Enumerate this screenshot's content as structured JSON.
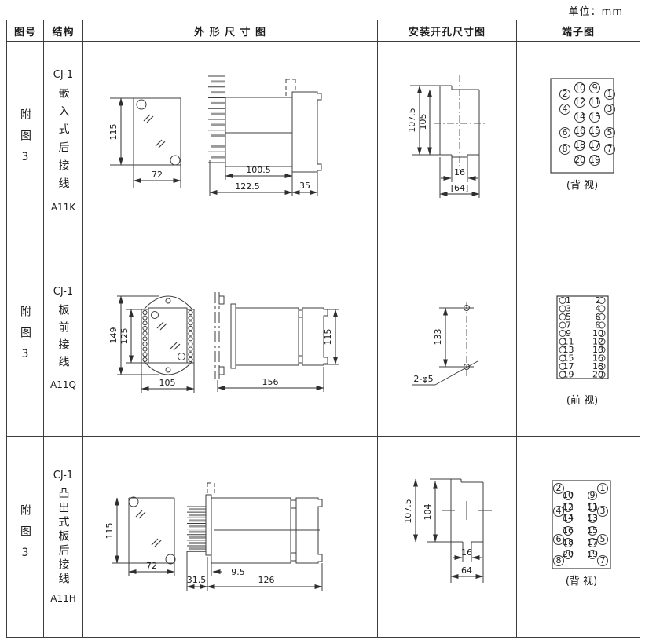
{
  "unit_label": "单位：mm",
  "headers": {
    "fig_no": "图号",
    "structure": "结构",
    "outline": "外 形 尺 寸 图",
    "mounting": "安装开孔尺寸图",
    "terminal": "端子图"
  },
  "rows": [
    {
      "fig_no": "附图3",
      "model": "CJ-1",
      "structure": "嵌入式后接线",
      "code": "A11K",
      "outline": {
        "front_h": "115",
        "front_w": "72",
        "d1": "100.5",
        "d2": "122.5",
        "d3": "35"
      },
      "mounting": {
        "h1": "107.5",
        "h2": "105",
        "w1": "16",
        "w2": "[64]"
      },
      "terminal": {
        "view": "(背 视)",
        "outer_left": [
          "2",
          "4",
          "6",
          "8"
        ],
        "outer_right": [
          "1",
          "3",
          "5",
          "7"
        ],
        "inner_left": [
          "10",
          "12",
          "14",
          "16",
          "18",
          "20"
        ],
        "inner_right": [
          "9",
          "11",
          "13",
          "15",
          "17",
          "19"
        ]
      }
    },
    {
      "fig_no": "附图3",
      "model": "CJ-1",
      "structure": "板前接线",
      "code": "A11Q",
      "outline": {
        "h1": "149",
        "h2": "125",
        "w": "105",
        "len": "156",
        "side_h": "115"
      },
      "mounting": {
        "v": "133",
        "holes": "2-φ5"
      },
      "terminal": {
        "view": "(前 视)",
        "left": [
          "1",
          "3",
          "5",
          "7",
          "9",
          "11",
          "13",
          "15",
          "17",
          "19"
        ],
        "right": [
          "2",
          "4",
          "6",
          "8",
          "10",
          "12",
          "13",
          "16",
          "18",
          "20"
        ]
      }
    },
    {
      "fig_no": "附图3",
      "model": "CJ-1",
      "structure": "凸出式板后接线",
      "code": "A11H",
      "outline": {
        "front_h": "115",
        "front_w": "72",
        "d1": "31.5",
        "d2": "9.5",
        "d3": "126"
      },
      "mounting": {
        "h1": "107.5",
        "h2": "104",
        "w1": "16",
        "w2": "64"
      },
      "terminal": {
        "view": "(背 视)",
        "outer_left": [
          "2",
          "4",
          "6",
          "8"
        ],
        "outer_right": [
          "1",
          "3",
          "5",
          "7"
        ],
        "inner_left": [
          "10",
          "12",
          "14",
          "16",
          "18",
          "20"
        ],
        "inner_right": [
          "9",
          "11",
          "13",
          "15",
          "17",
          "19"
        ]
      }
    }
  ]
}
